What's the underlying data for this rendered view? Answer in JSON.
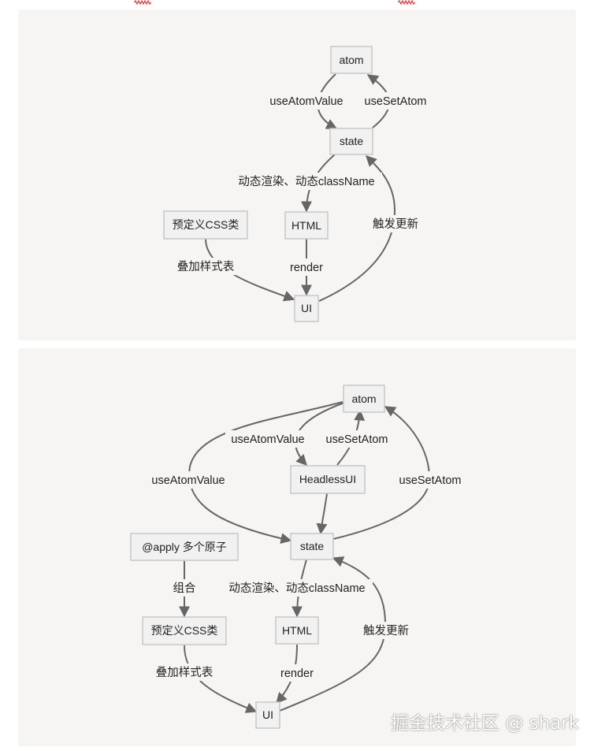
{
  "diagram1": {
    "nodes": {
      "atom": "atom",
      "state": "state",
      "html": "HTML",
      "css": "预定义CSS类",
      "ui": "UI"
    },
    "edges": {
      "use_atom_value": "useAtomValue",
      "use_set_atom": "useSetAtom",
      "dynamic_render": "动态渲染、动态className",
      "render": "render",
      "overlay_styles": "叠加样式表",
      "trigger_update": "触发更新"
    }
  },
  "diagram2": {
    "nodes": {
      "atom": "atom",
      "headless": "HeadlessUI",
      "state": "state",
      "apply": "@apply 多个原子",
      "css": "预定义CSS类",
      "html": "HTML",
      "ui": "UI"
    },
    "edges": {
      "use_atom_value_inner": "useAtomValue",
      "use_set_atom_inner": "useSetAtom",
      "use_atom_value_outer": "useAtomValue",
      "use_set_atom_outer": "useSetAtom",
      "combine": "组合",
      "dynamic_render": "动态渲染、动态className",
      "render": "render",
      "overlay_styles": "叠加样式表",
      "trigger_update": "触发更新"
    }
  },
  "watermark": "掘金技术社区 @ shark",
  "colors": {
    "panel_bg": "#f6f5f3",
    "node_fill": "#f1f1f1",
    "node_stroke": "#c8c8c8",
    "edge": "#666666",
    "squiggle": "#e03030"
  }
}
